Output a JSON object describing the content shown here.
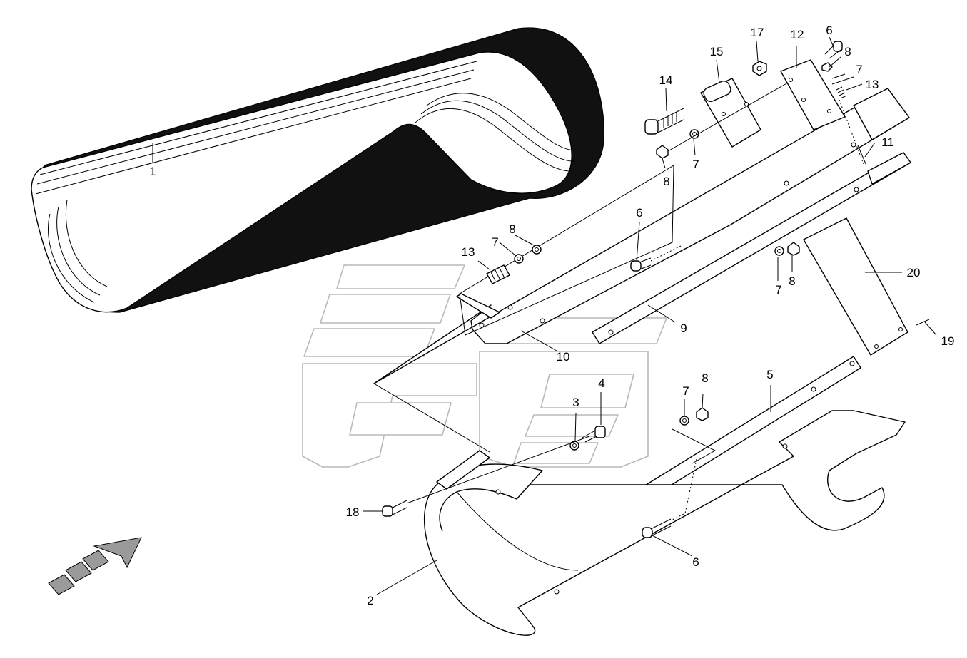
{
  "colors": {
    "line": "#000000",
    "background": "#ffffff",
    "watermark": "#b9b9b9",
    "belt_dark": "#111111",
    "arrow_fill": "#9a9a9a"
  },
  "icons": {
    "direction_arrow": "front-direction-arrow-icon",
    "watermark": "brand-watermark-logo"
  },
  "callouts": [
    {
      "id": "c1",
      "label": "1"
    },
    {
      "id": "c2",
      "label": "2"
    },
    {
      "id": "c3",
      "label": "3"
    },
    {
      "id": "c4",
      "label": "4"
    },
    {
      "id": "c5",
      "label": "5"
    },
    {
      "id": "c6a",
      "label": "6"
    },
    {
      "id": "c6b",
      "label": "6"
    },
    {
      "id": "c6c",
      "label": "6"
    },
    {
      "id": "c7a",
      "label": "7"
    },
    {
      "id": "c7b",
      "label": "7"
    },
    {
      "id": "c7c",
      "label": "7"
    },
    {
      "id": "c7d",
      "label": "7"
    },
    {
      "id": "c7e",
      "label": "7"
    },
    {
      "id": "c8a",
      "label": "8"
    },
    {
      "id": "c8b",
      "label": "8"
    },
    {
      "id": "c8c",
      "label": "8"
    },
    {
      "id": "c8d",
      "label": "8"
    },
    {
      "id": "c8e",
      "label": "8"
    },
    {
      "id": "c9",
      "label": "9"
    },
    {
      "id": "c10",
      "label": "10"
    },
    {
      "id": "c11",
      "label": "11"
    },
    {
      "id": "c12",
      "label": "12"
    },
    {
      "id": "c13a",
      "label": "13"
    },
    {
      "id": "c13b",
      "label": "13"
    },
    {
      "id": "c14",
      "label": "14"
    },
    {
      "id": "c15",
      "label": "15"
    },
    {
      "id": "c17",
      "label": "17"
    },
    {
      "id": "c18",
      "label": "18"
    },
    {
      "id": "c19",
      "label": "19"
    },
    {
      "id": "c20",
      "label": "20"
    }
  ]
}
